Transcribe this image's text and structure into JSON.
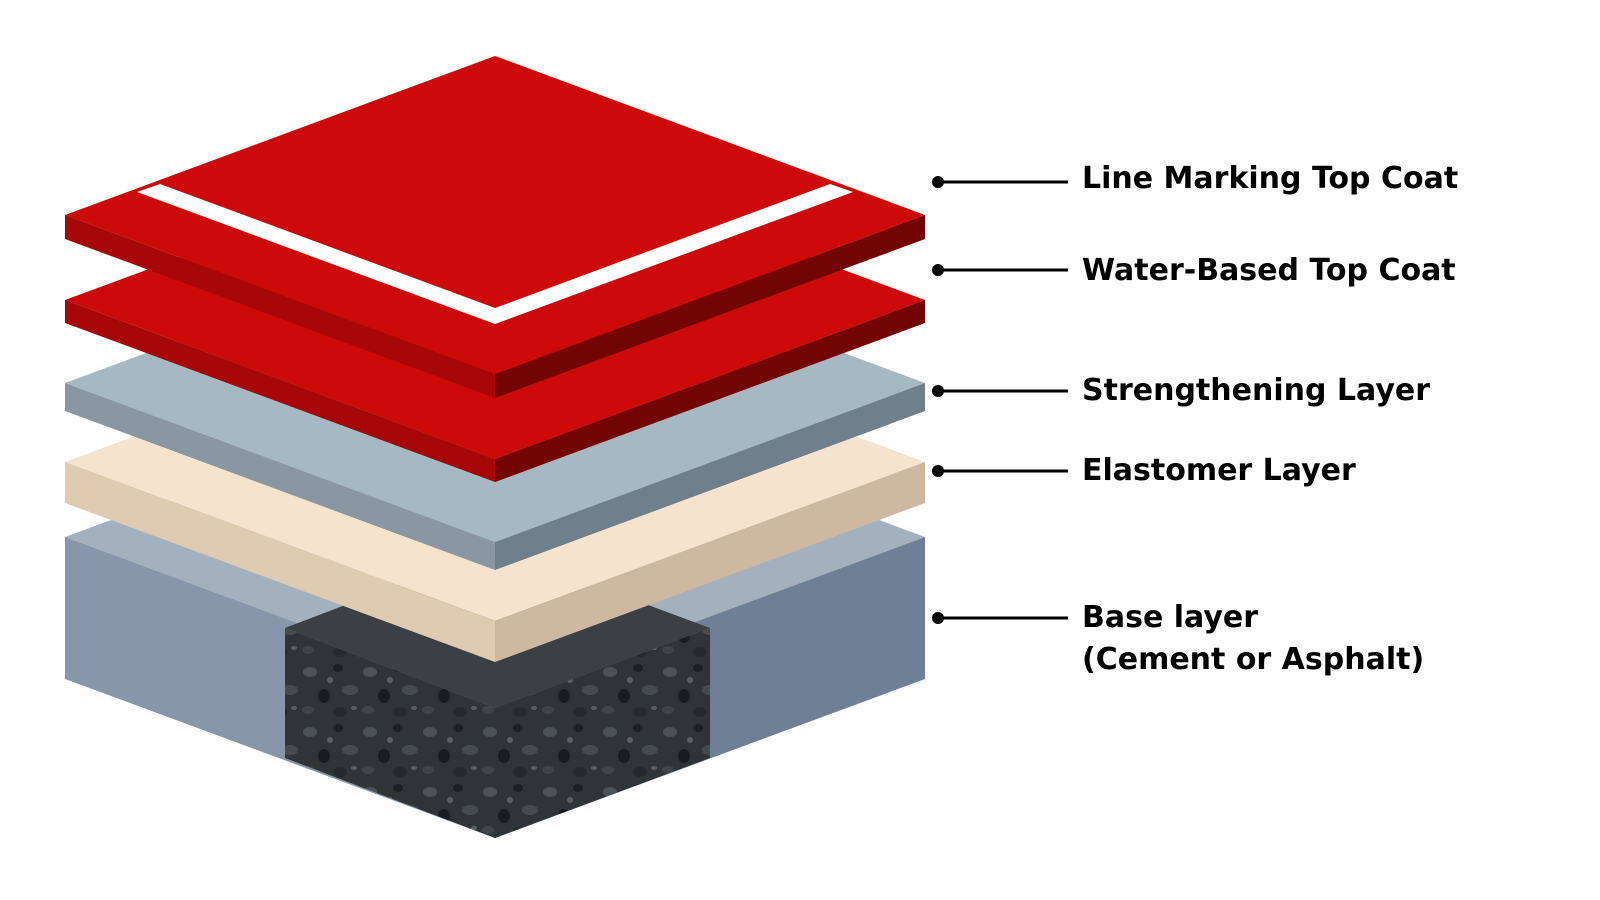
{
  "layers": [
    {
      "id": "line-marking-top-coat",
      "label": "Line Marking Top Coat",
      "color": "#cc0a0a"
    },
    {
      "id": "water-based-top-coat",
      "label": "Water-Based Top Coat",
      "color": "#cc0a0a"
    },
    {
      "id": "strengthening-layer",
      "label": "Strengthening Layer",
      "color": "#a6b8c2"
    },
    {
      "id": "elastomer-layer",
      "label": "Elastomer Layer",
      "color": "#f6e3cd"
    },
    {
      "id": "base-layer",
      "label_lines": [
        "Base layer",
        "(Cement or Asphalt)"
      ],
      "color": "#a3b1bf"
    }
  ],
  "colors": {
    "line_marking": "#ffffff",
    "coat_top": "#cc0a0a",
    "coat_side_front": "#aa0707",
    "coat_side_right": "#730404",
    "strengthening_top": "#a6b8c2",
    "strengthening_side_left": "#8897a1",
    "strengthening_side_right": "#6f7f8b",
    "elastomer_top": "#f6e3cd",
    "elastomer_side_left": "#dcc6ae",
    "elastomer_side_right": "#c9b49d",
    "base_top": "#a3b1bf",
    "base_side": "#7a8aa0",
    "asphalt": "#2f3437",
    "leader": "#000000"
  }
}
